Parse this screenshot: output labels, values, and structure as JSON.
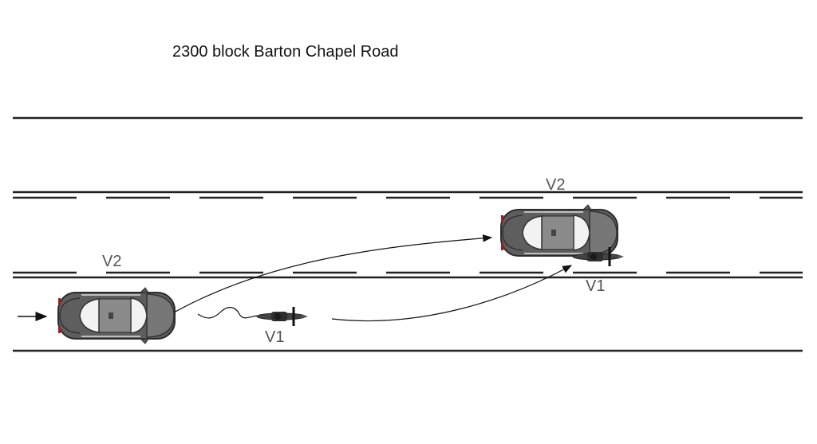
{
  "title": "2300 block Barton Chapel Road",
  "labels": {
    "v2_initial": "V2",
    "v1_initial": "V1",
    "v2_final": "V2",
    "v1_final": "V1"
  },
  "colors": {
    "road_line": "#222222",
    "vehicle_body": "#6e6e6e",
    "vehicle_dark": "#3a3a3a",
    "label_text": "#555555"
  },
  "icons": {
    "car": "car-topview-icon",
    "motorcycle": "motorcycle-topview-icon",
    "arrow": "direction-arrow-icon"
  }
}
